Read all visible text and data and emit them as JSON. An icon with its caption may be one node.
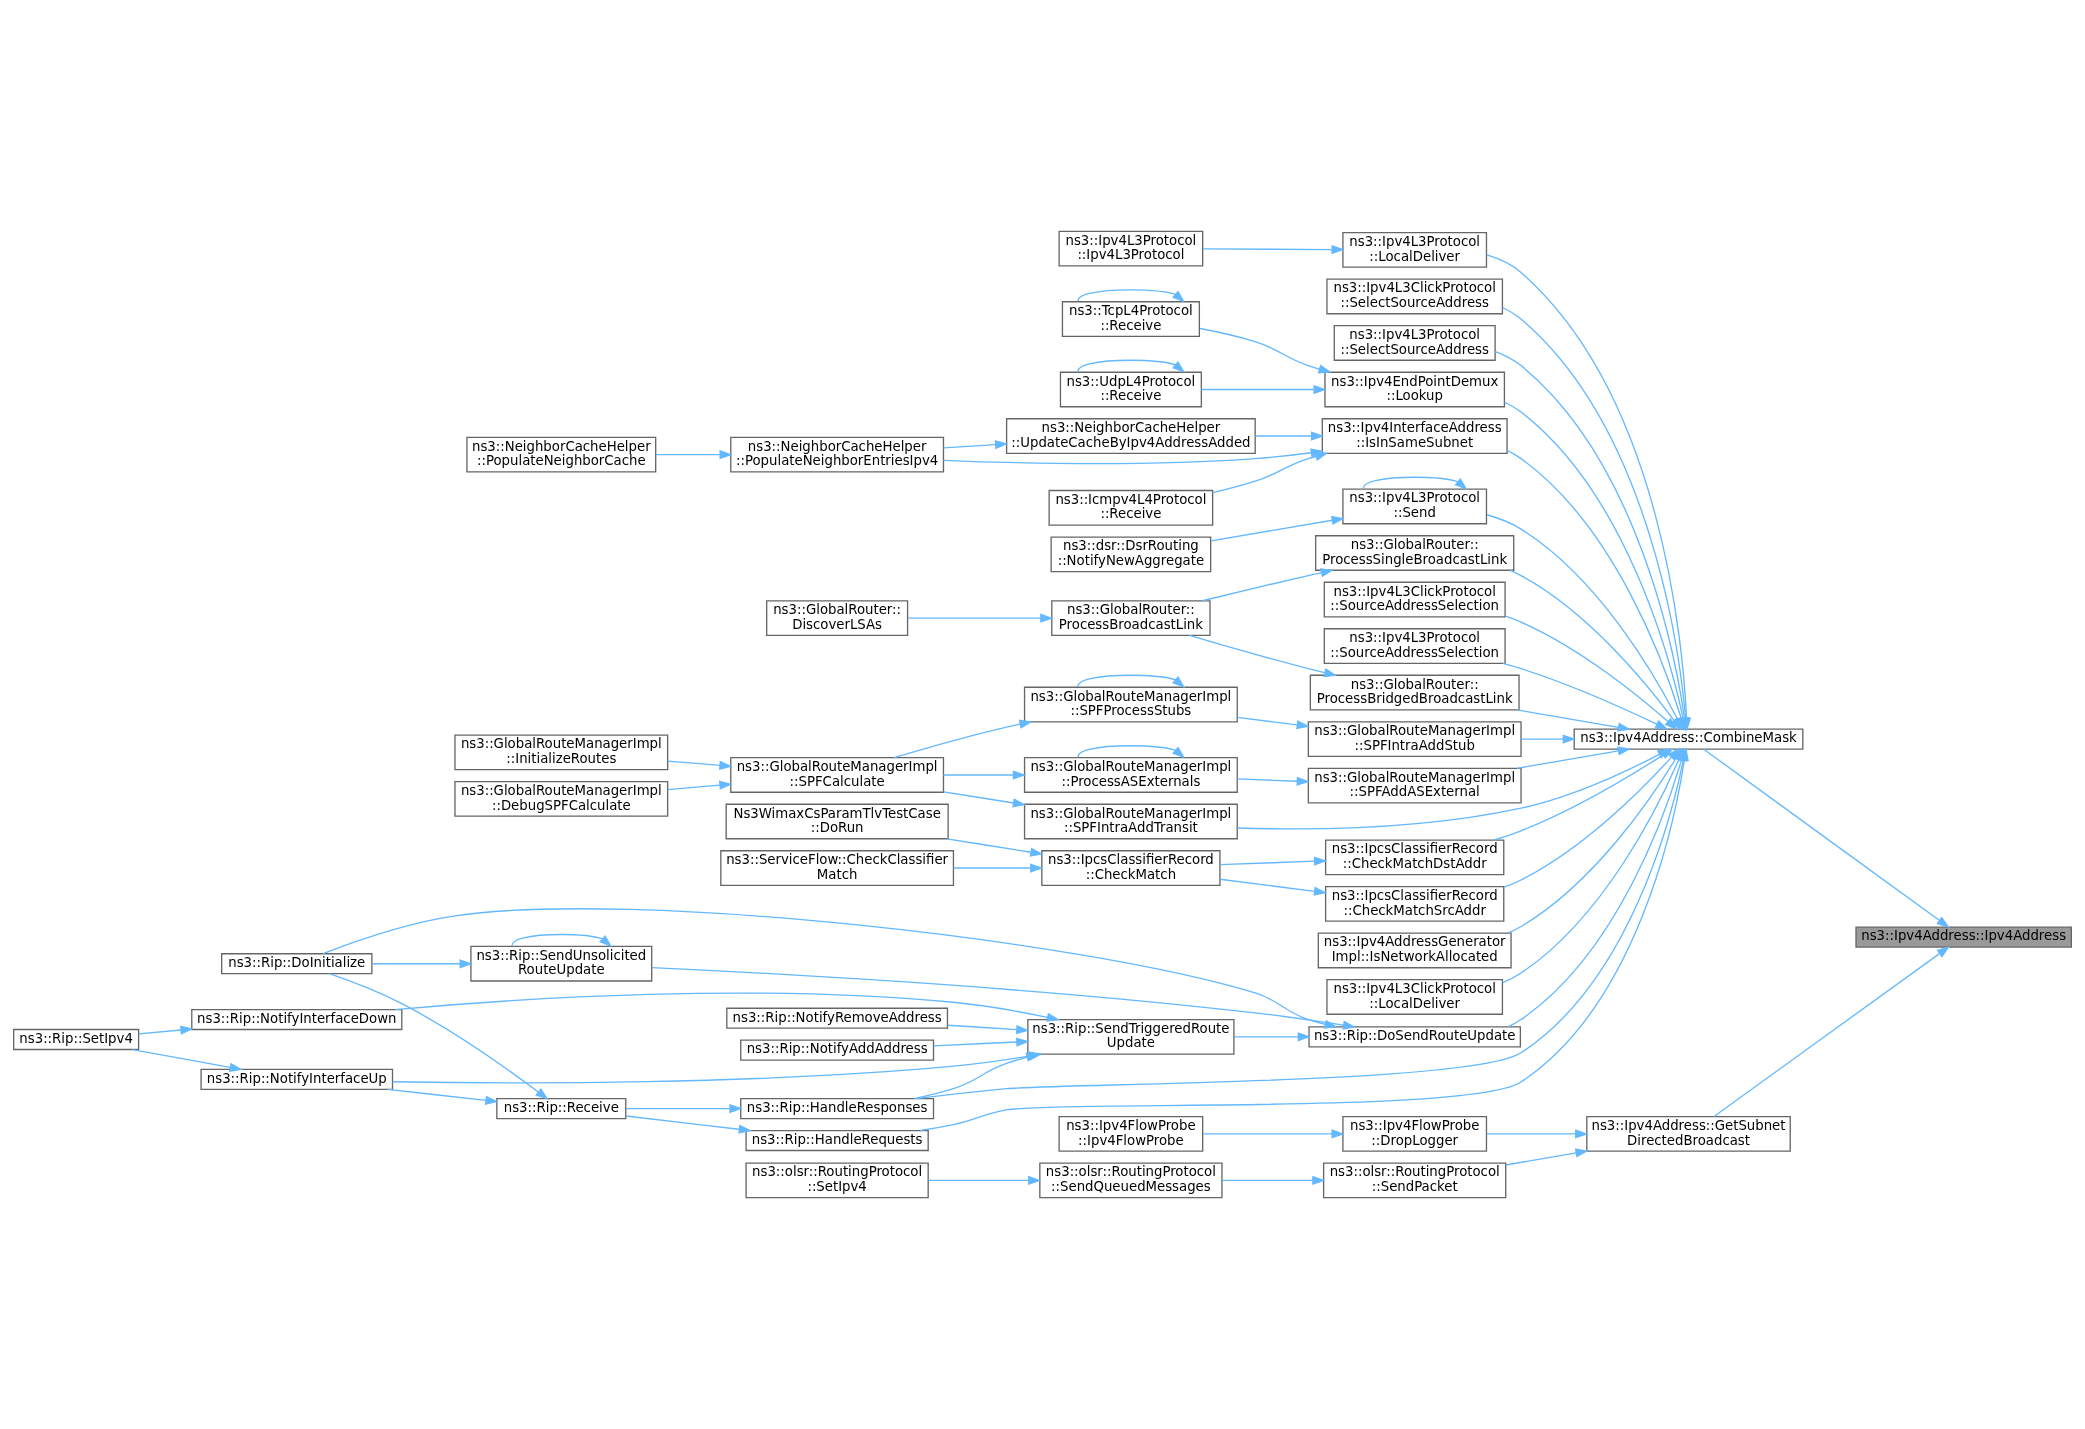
{
  "diagram": {
    "nodes": [
      {
        "text": [
          "ns3::Ipv4Address::Ipv4Address"
        ]
      },
      {
        "text": [
          "ns3::Ipv4Address::CombineMask"
        ]
      },
      {
        "text": [
          "ns3::Ipv4Address::GetSubnet DirectedBroadcast"
        ]
      },
      {
        "text": [
          "ns3::Ipv4L3Protocol ::Send"
        ]
      },
      {
        "text": [
          "ns3::Ipv4L3ClickProtocol ::SourceAddressSelection"
        ]
      },
      {
        "text": [
          "ns3::Ipv4L3Protocol ::SourceAddressSelection"
        ]
      },
      {
        "text": [
          "ns3::GlobalRouteManagerImpl ::SPFIntraAddStub"
        ]
      },
      {
        "text": [
          "ns3::GlobalRouteManagerImpl ::SPFAddASExternal"
        ]
      },
      {
        "text": [
          "ns3::IpcsClassifierRecord ::CheckMatchSrcAddr"
        ]
      },
      {
        "text": [
          "ns3::IpcsClassifierRecord ::CheckMatchDstAddr"
        ]
      },
      {
        "text": [
          "ns3::Rip::DoSendRouteUpdate"
        ]
      },
      {
        "text": [
          "ns3::GlobalRouter:: ProcessSingleBroadcastLink"
        ]
      },
      {
        "text": [
          "ns3::Ipv4AddressGenerator Impl::IsNetworkAllocated"
        ]
      },
      {
        "text": [
          "ns3::Ipv4L3ClickProtocol ::LocalDeliver"
        ]
      },
      {
        "text": [
          "ns3::GlobalRouter:: ProcessBridgedBroadcastLink"
        ]
      },
      {
        "text": [
          "ns3::Ipv4InterfaceAddress ::IsInSameSubnet"
        ]
      },
      {
        "text": [
          "ns3::Ipv4L3Protocol ::LocalDeliver"
        ]
      },
      {
        "text": [
          "ns3::Ipv4EndPointDemux ::Lookup"
        ]
      },
      {
        "text": [
          "ns3::Ipv4L3ClickProtocol ::SelectSourceAddress"
        ]
      },
      {
        "text": [
          "ns3::Ipv4L3Protocol ::SelectSourceAddress"
        ]
      },
      {
        "text": [
          "ns3::Ipv4FlowProbe ::DropLogger"
        ]
      },
      {
        "text": [
          "ns3::olsr::RoutingProtocol ::SendPacket"
        ]
      },
      {
        "text": [
          "ns3::dsr::DsrRouting ::NotifyNewAggregate"
        ]
      },
      {
        "text": [
          "ns3::GlobalRouteManagerImpl ::SPFProcessStubs"
        ]
      },
      {
        "text": [
          "ns3::GlobalRouteManagerImpl ::SPFIntraAddTransit"
        ]
      },
      {
        "text": [
          "ns3::GlobalRouteManagerImpl ::ProcessASExternals"
        ]
      },
      {
        "text": [
          "ns3::IpcsClassifierRecord ::CheckMatch"
        ]
      },
      {
        "text": [
          "ns3::Rip::SendTriggeredRoute Update"
        ]
      },
      {
        "text": [
          "ns3::GlobalRouter:: ProcessBroadcastLink"
        ]
      },
      {
        "text": [
          "ns3::Icmpv4L4Protocol ::Receive"
        ]
      },
      {
        "text": [
          "ns3::NeighborCacheHelper ::UpdateCacheByIpv4AddressAdded"
        ]
      },
      {
        "text": [
          "ns3::Ipv4L3Protocol ::Ipv4L3Protocol"
        ]
      },
      {
        "text": [
          "ns3::TcpL4Protocol ::Receive"
        ]
      },
      {
        "text": [
          "ns3::UdpL4Protocol ::Receive"
        ]
      },
      {
        "text": [
          "ns3::Ipv4FlowProbe ::Ipv4FlowProbe"
        ]
      },
      {
        "text": [
          "ns3::olsr::RoutingProtocol ::SendQueuedMessages"
        ]
      },
      {
        "text": [
          "ns3::GlobalRouteManagerImpl ::SPFCalculate"
        ]
      },
      {
        "text": [
          "Ns3WimaxCsParamTlvTestCase ::DoRun"
        ]
      },
      {
        "text": [
          "ns3::ServiceFlow::CheckClassifier Match"
        ]
      },
      {
        "text": [
          "ns3::Rip::HandleRequests"
        ]
      },
      {
        "text": [
          "ns3::Rip::HandleResponses"
        ]
      },
      {
        "text": [
          "ns3::Rip::NotifyRemoveAddress"
        ]
      },
      {
        "text": [
          "ns3::Rip::NotifyAddAddress"
        ]
      },
      {
        "text": [
          "ns3::GlobalRouter:: DiscoverLSAs"
        ]
      },
      {
        "text": [
          "ns3::NeighborCacheHelper ::PopulateNeighborEntriesIpv4"
        ]
      },
      {
        "text": [
          "ns3::olsr::RoutingProtocol ::SetIpv4"
        ]
      },
      {
        "text": [
          "ns3::GlobalRouteManagerImpl ::DebugSPFCalculate"
        ]
      },
      {
        "text": [
          "ns3::GlobalRouteManagerImpl ::InitializeRoutes"
        ]
      },
      {
        "text": [
          "ns3::Rip::Receive"
        ]
      },
      {
        "text": [
          "ns3::Rip::SendUnsolicited RouteUpdate"
        ]
      },
      {
        "text": [
          "ns3::NeighborCacheHelper ::PopulateNeighborCache"
        ]
      },
      {
        "text": [
          "ns3::Rip::NotifyInterfaceUp"
        ]
      },
      {
        "text": [
          "ns3::Rip::NotifyInterfaceDown"
        ]
      },
      {
        "text": [
          "ns3::Rip::DoInitialize"
        ]
      },
      {
        "text": [
          "ns3::Rip::SetIpv4"
        ]
      }
    ],
    "edges": [
      {
        "from": 1,
        "to": 0,
        "arrow": "to"
      },
      {
        "from": 2,
        "to": 0,
        "arrow": "to"
      },
      {
        "from": 3,
        "to": 1,
        "arrow": "to"
      },
      {
        "from": 4,
        "to": 1,
        "arrow": "to"
      },
      {
        "from": 5,
        "to": 1,
        "arrow": "to"
      },
      {
        "from": 6,
        "to": 1,
        "arrow": "to"
      },
      {
        "from": 7,
        "to": 1,
        "arrow": "to"
      },
      {
        "from": 8,
        "to": 1,
        "arrow": "to"
      },
      {
        "from": 9,
        "to": 1,
        "arrow": "to"
      },
      {
        "from": 10,
        "to": 1,
        "arrow": "to"
      },
      {
        "from": 11,
        "to": 1,
        "arrow": "to"
      },
      {
        "from": 12,
        "to": 1,
        "arrow": "to"
      },
      {
        "from": 13,
        "to": 1,
        "arrow": "to"
      },
      {
        "from": 14,
        "to": 1,
        "arrow": "to"
      },
      {
        "from": 15,
        "to": 1,
        "arrow": "to"
      },
      {
        "from": 16,
        "to": 1,
        "arrow": "to"
      },
      {
        "from": 17,
        "to": 1,
        "arrow": "to"
      },
      {
        "from": 18,
        "to": 1,
        "arrow": "to"
      },
      {
        "from": 19,
        "to": 1,
        "arrow": "to"
      },
      {
        "from": 3,
        "to": 3,
        "arrow": "to"
      },
      {
        "from": 22,
        "to": 3,
        "arrow": "to"
      },
      {
        "from": 23,
        "to": 6,
        "arrow": "to"
      },
      {
        "from": 23,
        "to": 23,
        "arrow": "to"
      },
      {
        "from": 24,
        "to": 1,
        "arrow": "to"
      },
      {
        "from": 25,
        "to": 7,
        "arrow": "to"
      },
      {
        "from": 25,
        "to": 25,
        "arrow": "to"
      },
      {
        "from": 36,
        "to": 23,
        "arrow": "to"
      },
      {
        "from": 36,
        "to": 24,
        "arrow": "to"
      },
      {
        "from": 36,
        "to": 25,
        "arrow": "to"
      },
      {
        "from": 46,
        "to": 36,
        "arrow": "to"
      },
      {
        "from": 47,
        "to": 36,
        "arrow": "to"
      },
      {
        "from": 26,
        "to": 8,
        "arrow": "to"
      },
      {
        "from": 26,
        "to": 9,
        "arrow": "to"
      },
      {
        "from": 37,
        "to": 26,
        "arrow": "to"
      },
      {
        "from": 38,
        "to": 26,
        "arrow": "to"
      },
      {
        "from": 27,
        "to": 10,
        "arrow": "to"
      },
      {
        "from": 49,
        "to": 10,
        "arrow": "to"
      },
      {
        "from": 53,
        "to": 10,
        "arrow": "to"
      },
      {
        "from": 39,
        "to": 1,
        "arrow": "to"
      },
      {
        "from": 40,
        "to": 1,
        "arrow": "to"
      },
      {
        "from": 40,
        "to": 27,
        "arrow": "to"
      },
      {
        "from": 51,
        "to": 27,
        "arrow": "to"
      },
      {
        "from": 52,
        "to": 27,
        "arrow": "to"
      },
      {
        "from": 41,
        "to": 27,
        "arrow": "to"
      },
      {
        "from": 42,
        "to": 27,
        "arrow": "to"
      },
      {
        "from": 48,
        "to": 39,
        "arrow": "to"
      },
      {
        "from": 48,
        "to": 40,
        "arrow": "to"
      },
      {
        "from": 51,
        "to": 48,
        "arrow": "to"
      },
      {
        "from": 53,
        "to": 48,
        "arrow": "to"
      },
      {
        "from": 53,
        "to": 49,
        "arrow": "to"
      },
      {
        "from": 49,
        "to": 49,
        "arrow": "to"
      },
      {
        "from": 54,
        "to": 51,
        "arrow": "to"
      },
      {
        "from": 54,
        "to": 52,
        "arrow": "to"
      },
      {
        "from": 28,
        "to": 11,
        "arrow": "to"
      },
      {
        "from": 28,
        "to": 14,
        "arrow": "to"
      },
      {
        "from": 43,
        "to": 28,
        "arrow": "to"
      },
      {
        "from": 29,
        "to": 15,
        "arrow": "to"
      },
      {
        "from": 30,
        "to": 15,
        "arrow": "to"
      },
      {
        "from": 44,
        "to": 30,
        "arrow": "to"
      },
      {
        "from": 44,
        "to": 15,
        "arrow": "to"
      },
      {
        "from": 50,
        "to": 44,
        "arrow": "to"
      },
      {
        "from": 31,
        "to": 16,
        "arrow": "to"
      },
      {
        "from": 32,
        "to": 17,
        "arrow": "to"
      },
      {
        "from": 32,
        "to": 32,
        "arrow": "to"
      },
      {
        "from": 33,
        "to": 17,
        "arrow": "to"
      },
      {
        "from": 33,
        "to": 33,
        "arrow": "to"
      },
      {
        "from": 34,
        "to": 20,
        "arrow": "to"
      },
      {
        "from": 20,
        "to": 2,
        "arrow": "to"
      },
      {
        "from": 21,
        "to": 2,
        "arrow": "to"
      },
      {
        "from": 35,
        "to": 21,
        "arrow": "to"
      },
      {
        "from": 45,
        "to": 35,
        "arrow": "to"
      }
    ]
  }
}
